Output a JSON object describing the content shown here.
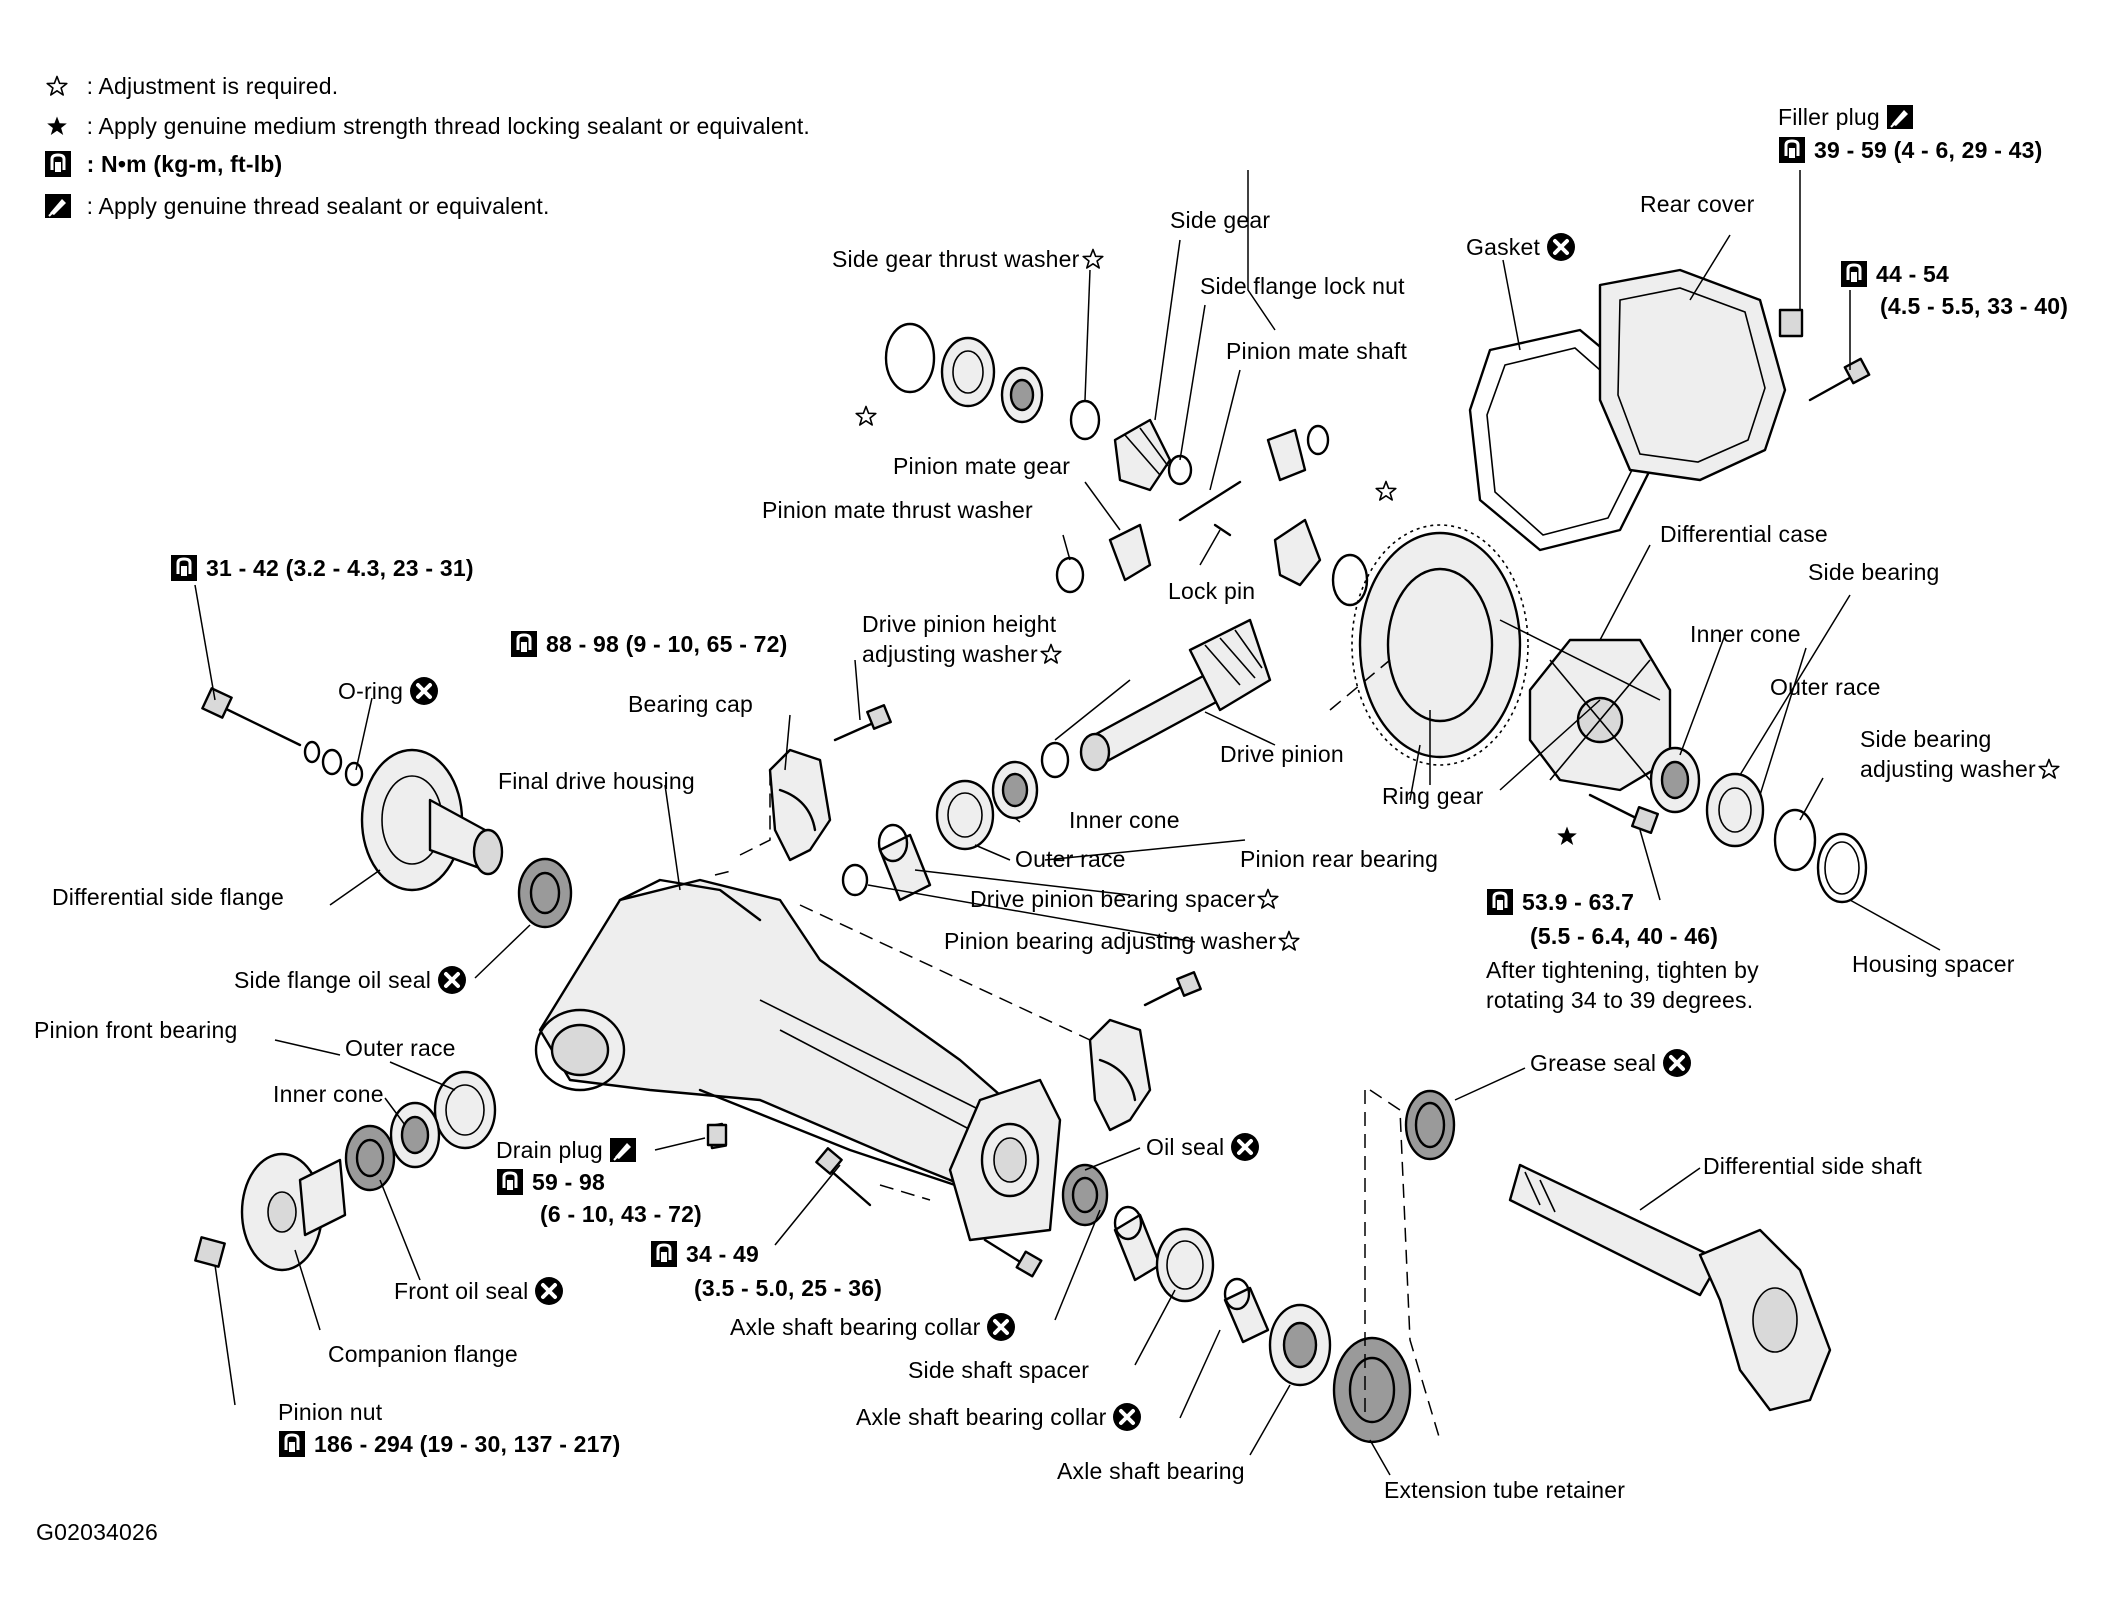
{
  "legend": {
    "adjust": ": Adjustment is required.",
    "thread_locking": ": Apply genuine medium strength thread locking sealant or equivalent.",
    "torque_units": ": N•m (kg-m, ft-lb)",
    "thread_sealant": ": Apply genuine thread sealant or equivalent."
  },
  "labels": {
    "filler_plug": "Filler plug",
    "filler_plug_torque": "39 - 59 (4 - 6, 29 - 43)",
    "rear_cover": "Rear cover",
    "gasket": "Gasket",
    "rear_cover_bolt_torque_1": "44 - 54",
    "rear_cover_bolt_torque_2": "(4.5 - 5.5, 33 - 40)",
    "side_gear": "Side gear",
    "side_gear_thrust_washer": "Side gear thrust washer",
    "side_flange_lock_nut": "Side flange lock nut",
    "pinion_mate_shaft": "Pinion mate shaft",
    "pinion_mate_gear": "Pinion mate gear",
    "pinion_mate_thrust_washer": "Pinion mate thrust washer",
    "lock_pin": "Lock pin",
    "differential_case": "Differential case",
    "side_bearing": "Side bearing",
    "inner_cone": "Inner cone",
    "outer_race": "Outer  race",
    "side_bearing_adjusting_washer_1": "Side bearing",
    "side_bearing_adjusting_washer_2": "adjusting washer",
    "housing_spacer": "Housing spacer",
    "side_flange_bolt_torque": "31 - 42 (3.2 - 4.3, 23 - 31)",
    "o_ring": "O-ring",
    "bearing_cap_torque": "88 - 98 (9 - 10, 65 - 72)",
    "bearing_cap": "Bearing cap",
    "drive_pinion_height_washer_1": "Drive pinion height",
    "drive_pinion_height_washer_2": "adjusting washer",
    "drive_pinion": "Drive pinion",
    "ring_gear": "Ring gear",
    "final_drive_housing": "Final drive housing",
    "pinion_inner_cone": "Inner cone",
    "pinion_outer_race": "Outer  race",
    "pinion_rear_bearing": "Pinion rear bearing",
    "drive_pinion_bearing_spacer": "Drive pinion bearing spacer",
    "pinion_bearing_adjusting_washer": "Pinion bearing adjusting washer",
    "differential_side_flange": "Differential side flange",
    "side_flange_oil_seal": "Side flange oil seal",
    "ring_gear_bolt_torque_1": "53.9 - 63.7",
    "ring_gear_bolt_torque_2": "(5.5 - 6.4, 40 - 46)",
    "ring_gear_bolt_note_1": "After tightening, tighten by",
    "ring_gear_bolt_note_2": "rotating 34 to 39 degrees.",
    "pinion_front_bearing": "Pinion front bearing",
    "front_outer_race": "Outer  race",
    "front_inner_cone": "Inner cone",
    "drain_plug": "Drain plug",
    "drain_plug_torque_1": "59 - 98",
    "drain_plug_torque_2": "(6 - 10, 43 - 72)",
    "oil_seal": "Oil seal",
    "grease_seal": "Grease seal",
    "differential_side_shaft": "Differential side shaft",
    "front_oil_seal": "Front oil seal",
    "extension_bolt_torque_1": "34 - 49",
    "extension_bolt_torque_2": "(3.5 - 5.0, 25 - 36)",
    "axle_shaft_bearing_collar_1": "Axle shaft bearing collar",
    "companion_flange": "Companion flange",
    "side_shaft_spacer": "Side shaft spacer",
    "pinion_nut": "Pinion nut",
    "pinion_nut_torque": "186 - 294 (19 - 30, 137 - 217)",
    "axle_shaft_bearing_collar_2": "Axle shaft bearing collar",
    "axle_shaft_bearing": "Axle shaft bearing",
    "extension_tube_retainer": "Extension tube retainer",
    "figure_code": "G02034026"
  },
  "symbols": {
    "adjust_star": "outline-star-icon",
    "lock_star": "solid-star-icon",
    "torque": "torque-wrench-icon",
    "sealant": "sealant-pen-icon",
    "replace": "x-circle-icon"
  }
}
